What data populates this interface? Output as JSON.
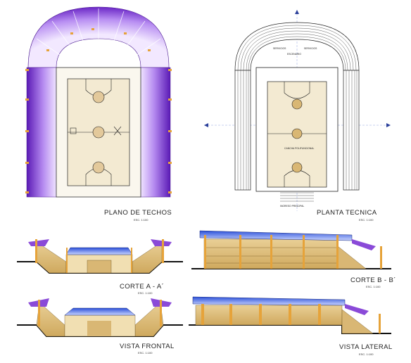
{
  "sheet": {
    "views": {
      "roof_plan": {
        "title": "PLANO DE TECHOS",
        "scale": "ESC. 1:100"
      },
      "tech_plan": {
        "title": "PLANTA TECNICA",
        "scale": "ESC. 1:100",
        "labels": {
          "entrance": "INGRESO PRINCIPAL",
          "court": "CANCHA POLIFUNCIONAL",
          "top_mid": "ESCENARIO",
          "top_left": "SERVICIOS",
          "top_right": "SERVICIOS"
        }
      },
      "section_a": {
        "title": "CORTE A - A´",
        "scale": "ESC. 1:100"
      },
      "section_b": {
        "title": "CORTE B - B´",
        "scale": "ESC. 1:100"
      },
      "front_view": {
        "title": "VISTA FRONTAL",
        "scale": "ESC. 1:100"
      },
      "side_view": {
        "title": "VISTA  LATERAL",
        "scale": "ESC. 1:100"
      }
    },
    "colors": {
      "roof_purple": "#7a2fd0",
      "roof_light": "#d6b8f5",
      "court_floor": "#f3ead2",
      "structure_tan": "#d9b774",
      "ground": "#111111",
      "column_orange": "#e6a33a"
    }
  }
}
